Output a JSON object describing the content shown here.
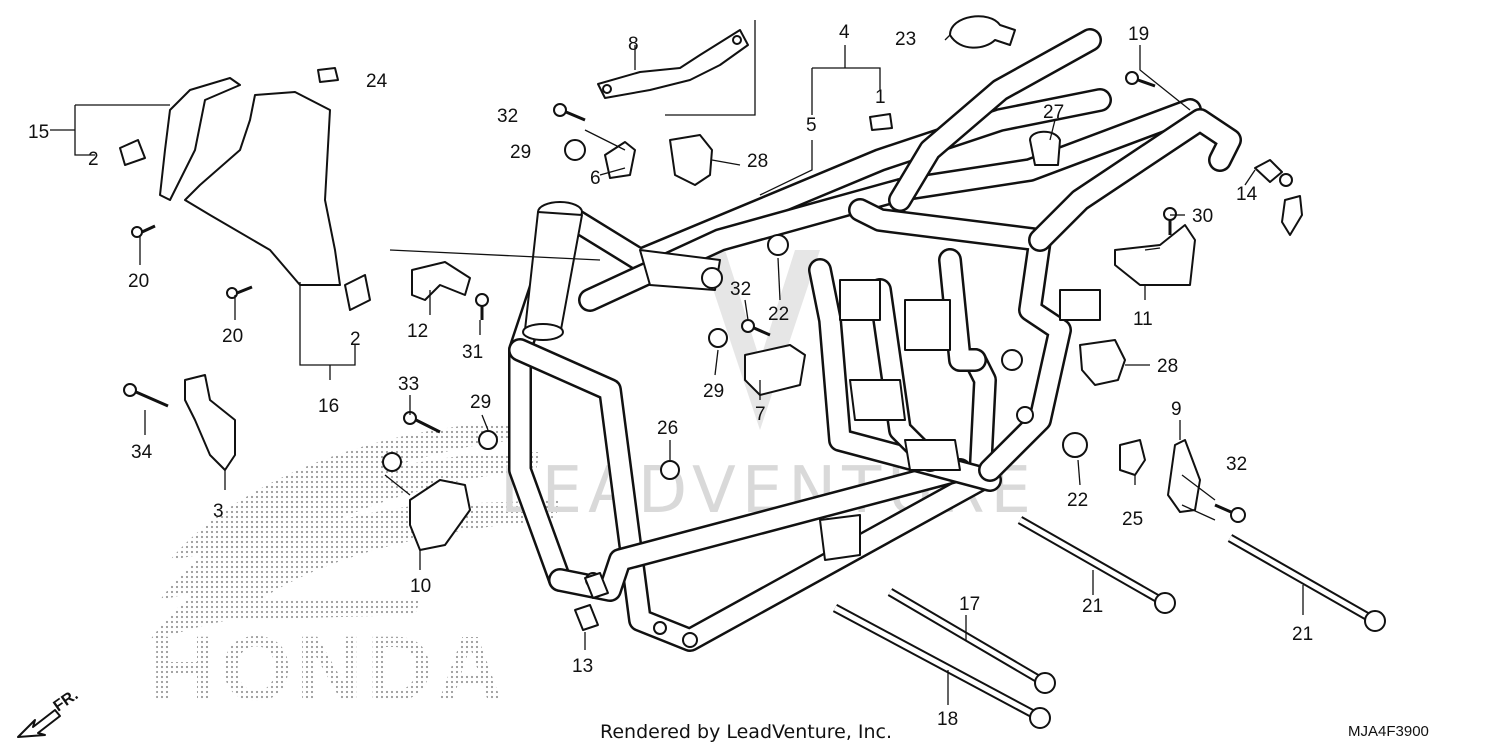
{
  "callouts": [
    {
      "id": "c1",
      "text": "1"
    },
    {
      "id": "c2a",
      "text": "2"
    },
    {
      "id": "c2b",
      "text": "2"
    },
    {
      "id": "c3",
      "text": "3"
    },
    {
      "id": "c4",
      "text": "4"
    },
    {
      "id": "c5",
      "text": "5"
    },
    {
      "id": "c6",
      "text": "6"
    },
    {
      "id": "c7",
      "text": "7"
    },
    {
      "id": "c8",
      "text": "8"
    },
    {
      "id": "c9",
      "text": "9"
    },
    {
      "id": "c10",
      "text": "10"
    },
    {
      "id": "c11",
      "text": "11"
    },
    {
      "id": "c12",
      "text": "12"
    },
    {
      "id": "c13",
      "text": "13"
    },
    {
      "id": "c14",
      "text": "14"
    },
    {
      "id": "c15",
      "text": "15"
    },
    {
      "id": "c16",
      "text": "16"
    },
    {
      "id": "c17",
      "text": "17"
    },
    {
      "id": "c18",
      "text": "18"
    },
    {
      "id": "c19",
      "text": "19"
    },
    {
      "id": "c20a",
      "text": "20"
    },
    {
      "id": "c20b",
      "text": "20"
    },
    {
      "id": "c21a",
      "text": "21"
    },
    {
      "id": "c21b",
      "text": "21"
    },
    {
      "id": "c22a",
      "text": "22"
    },
    {
      "id": "c22b",
      "text": "22"
    },
    {
      "id": "c23",
      "text": "23"
    },
    {
      "id": "c24",
      "text": "24"
    },
    {
      "id": "c25",
      "text": "25"
    },
    {
      "id": "c26",
      "text": "26"
    },
    {
      "id": "c27",
      "text": "27"
    },
    {
      "id": "c28a",
      "text": "28"
    },
    {
      "id": "c28b",
      "text": "28"
    },
    {
      "id": "c29a",
      "text": "29"
    },
    {
      "id": "c29b",
      "text": "29"
    },
    {
      "id": "c29c",
      "text": "29"
    },
    {
      "id": "c30",
      "text": "30"
    },
    {
      "id": "c31",
      "text": "31"
    },
    {
      "id": "c32a",
      "text": "32"
    },
    {
      "id": "c32b",
      "text": "32"
    },
    {
      "id": "c32c",
      "text": "32"
    },
    {
      "id": "c33",
      "text": "33"
    },
    {
      "id": "c34",
      "text": "34"
    }
  ],
  "footer": {
    "rendered_by": "Rendered by LeadVenture, Inc.",
    "diagram_code": "MJA4F3900"
  },
  "direction_label": "FR.",
  "watermark": {
    "brand": "HONDA",
    "text": "LEADVENTURE"
  }
}
